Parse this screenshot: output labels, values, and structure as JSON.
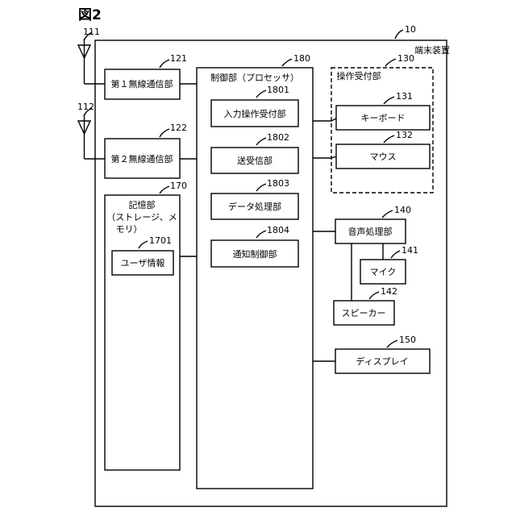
{
  "figure": {
    "title": "図2"
  },
  "device": {
    "label": "端末装置",
    "ref": "10"
  },
  "antennas": [
    {
      "ref": "111"
    },
    {
      "ref": "112"
    }
  ],
  "blocks": {
    "wireless1": {
      "label": "第１無線通信部",
      "ref": "121"
    },
    "wireless2": {
      "label": "第２無線通信部",
      "ref": "122"
    },
    "storage": {
      "label_lines": [
        "記憶部",
        "（ストレージ、メ",
        "モリ）"
      ],
      "ref": "170"
    },
    "user_info": {
      "label": "ユーザ情報",
      "ref": "1701"
    },
    "controller": {
      "label": "制御部（プロセッサ）",
      "ref": "180"
    },
    "input_accept": {
      "label": "入力操作受付部",
      "ref": "1801"
    },
    "transceiver": {
      "label": "送受信部",
      "ref": "1802"
    },
    "data_proc": {
      "label": "データ処理部",
      "ref": "1803"
    },
    "notify_ctrl": {
      "label": "通知制御部",
      "ref": "1804"
    },
    "op_accept": {
      "label": "操作受付部",
      "ref": "130"
    },
    "keyboard": {
      "label": "キーボード",
      "ref": "131"
    },
    "mouse": {
      "label": "マウス",
      "ref": "132"
    },
    "audio": {
      "label": "音声処理部",
      "ref": "140"
    },
    "mic": {
      "label": "マイク",
      "ref": "141"
    },
    "speaker": {
      "label": "スピーカー",
      "ref": "142"
    },
    "display": {
      "label": "ディスプレイ",
      "ref": "150"
    }
  }
}
